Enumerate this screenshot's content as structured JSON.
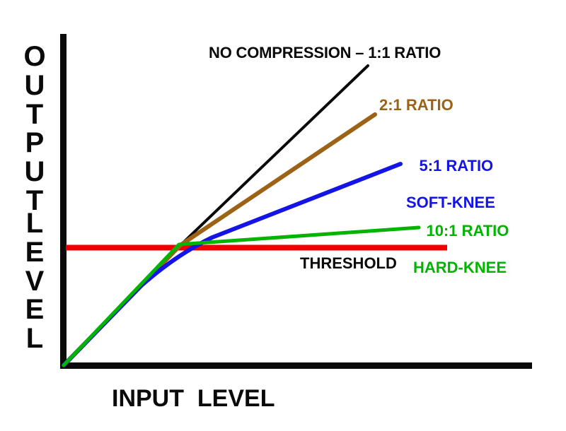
{
  "figure": {
    "background": "#ffffff",
    "axis_color": "#0a0a0a",
    "x_axis_label": "INPUT  LEVEL",
    "y_axis_label_line1": "OUTPUT",
    "y_axis_label_line2": "LEVEL"
  },
  "annotations": {
    "no_compression": "NO COMPRESSION – 1:1 RATIO",
    "ratio_2to1": "2:1 RATIO",
    "ratio_5to1_line1": "5:1 RATIO",
    "ratio_5to1_line2": "SOFT-KNEE",
    "ratio_10to1_line1": "10:1 RATIO",
    "ratio_10to1_line2": "HARD-KNEE",
    "threshold": "THRESHOLD"
  },
  "colors": {
    "no_compression": "#0a0a0a",
    "ratio_2to1": "#9c6216",
    "ratio_5to1": "#1414e6",
    "ratio_10to1": "#00b400",
    "threshold": "#ee0000",
    "axis": "#0a0a0a",
    "background": "#ffffff"
  },
  "chart_data": {
    "type": "line",
    "title": "",
    "subtitle": "",
    "xlabel": "INPUT  LEVEL",
    "ylabel": "OUTPUT  LEVEL",
    "xlim": [
      0,
      100
    ],
    "ylim": [
      0,
      100
    ],
    "grid": false,
    "axis_ticks": false,
    "tick_labels": [],
    "legend": "inline-annotations",
    "legend_position": "inline at end of each curve",
    "threshold": {
      "label": "THRESHOLD",
      "color": "#ee0000",
      "y_value": 39,
      "x_start": 1,
      "x_end": 100,
      "style": "horizontal-line"
    },
    "knee_point": {
      "x": 31,
      "y": 39
    },
    "series": [
      {
        "name": "NO COMPRESSION – 1:1 RATIO",
        "ratio": "1:1",
        "knee": "none",
        "color": "#0a0a0a",
        "points": [
          [
            0,
            0
          ],
          [
            31,
            39
          ],
          [
            79,
            100
          ]
        ]
      },
      {
        "name": "2:1 RATIO",
        "ratio": "2:1",
        "knee": "hard",
        "color": "#9c6216",
        "points": [
          [
            0,
            0
          ],
          [
            31,
            39
          ],
          [
            81,
            84
          ]
        ]
      },
      {
        "name": "5:1 RATIO SOFT-KNEE",
        "ratio": "5:1",
        "knee": "soft",
        "color": "#1414e6",
        "points": [
          [
            0,
            0
          ],
          [
            22,
            27
          ],
          [
            31,
            37
          ],
          [
            40,
            43
          ],
          [
            88,
            68
          ]
        ]
      },
      {
        "name": "10:1 RATIO HARD-KNEE",
        "ratio": "10:1",
        "knee": "hard",
        "color": "#00b400",
        "points": [
          [
            0,
            0
          ],
          [
            31,
            40
          ],
          [
            93,
            50
          ]
        ]
      }
    ]
  }
}
